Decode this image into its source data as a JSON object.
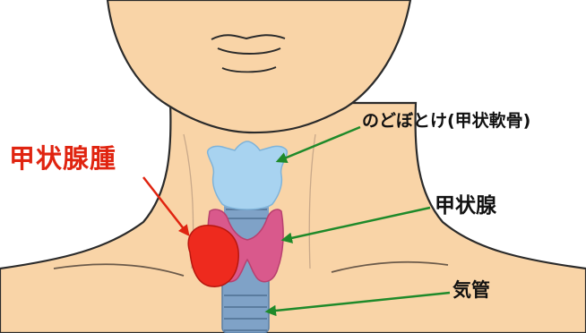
{
  "labels": {
    "adams_apple": "のどぼとけ(甲状軟骨)",
    "thyroid": "甲状腺",
    "trachea": "気管",
    "tumor": "甲状腺腫"
  },
  "colors": {
    "skin": "#f9d4a7",
    "outline": "#2b2b2b",
    "cartilage": "#a8d3f0",
    "thyroid": "#d9598c",
    "trachea": "#7fa2c7",
    "tumor": "#ee2a1e",
    "pointer_green": "#1f8a2a",
    "pointer_red": "#e02410",
    "tumor_text": "#e02410"
  },
  "icons": {
    "adams_apple_pointer": "green-arrow",
    "thyroid_pointer": "green-arrow",
    "trachea_pointer": "green-arrow",
    "tumor_pointer": "red-arrow"
  }
}
